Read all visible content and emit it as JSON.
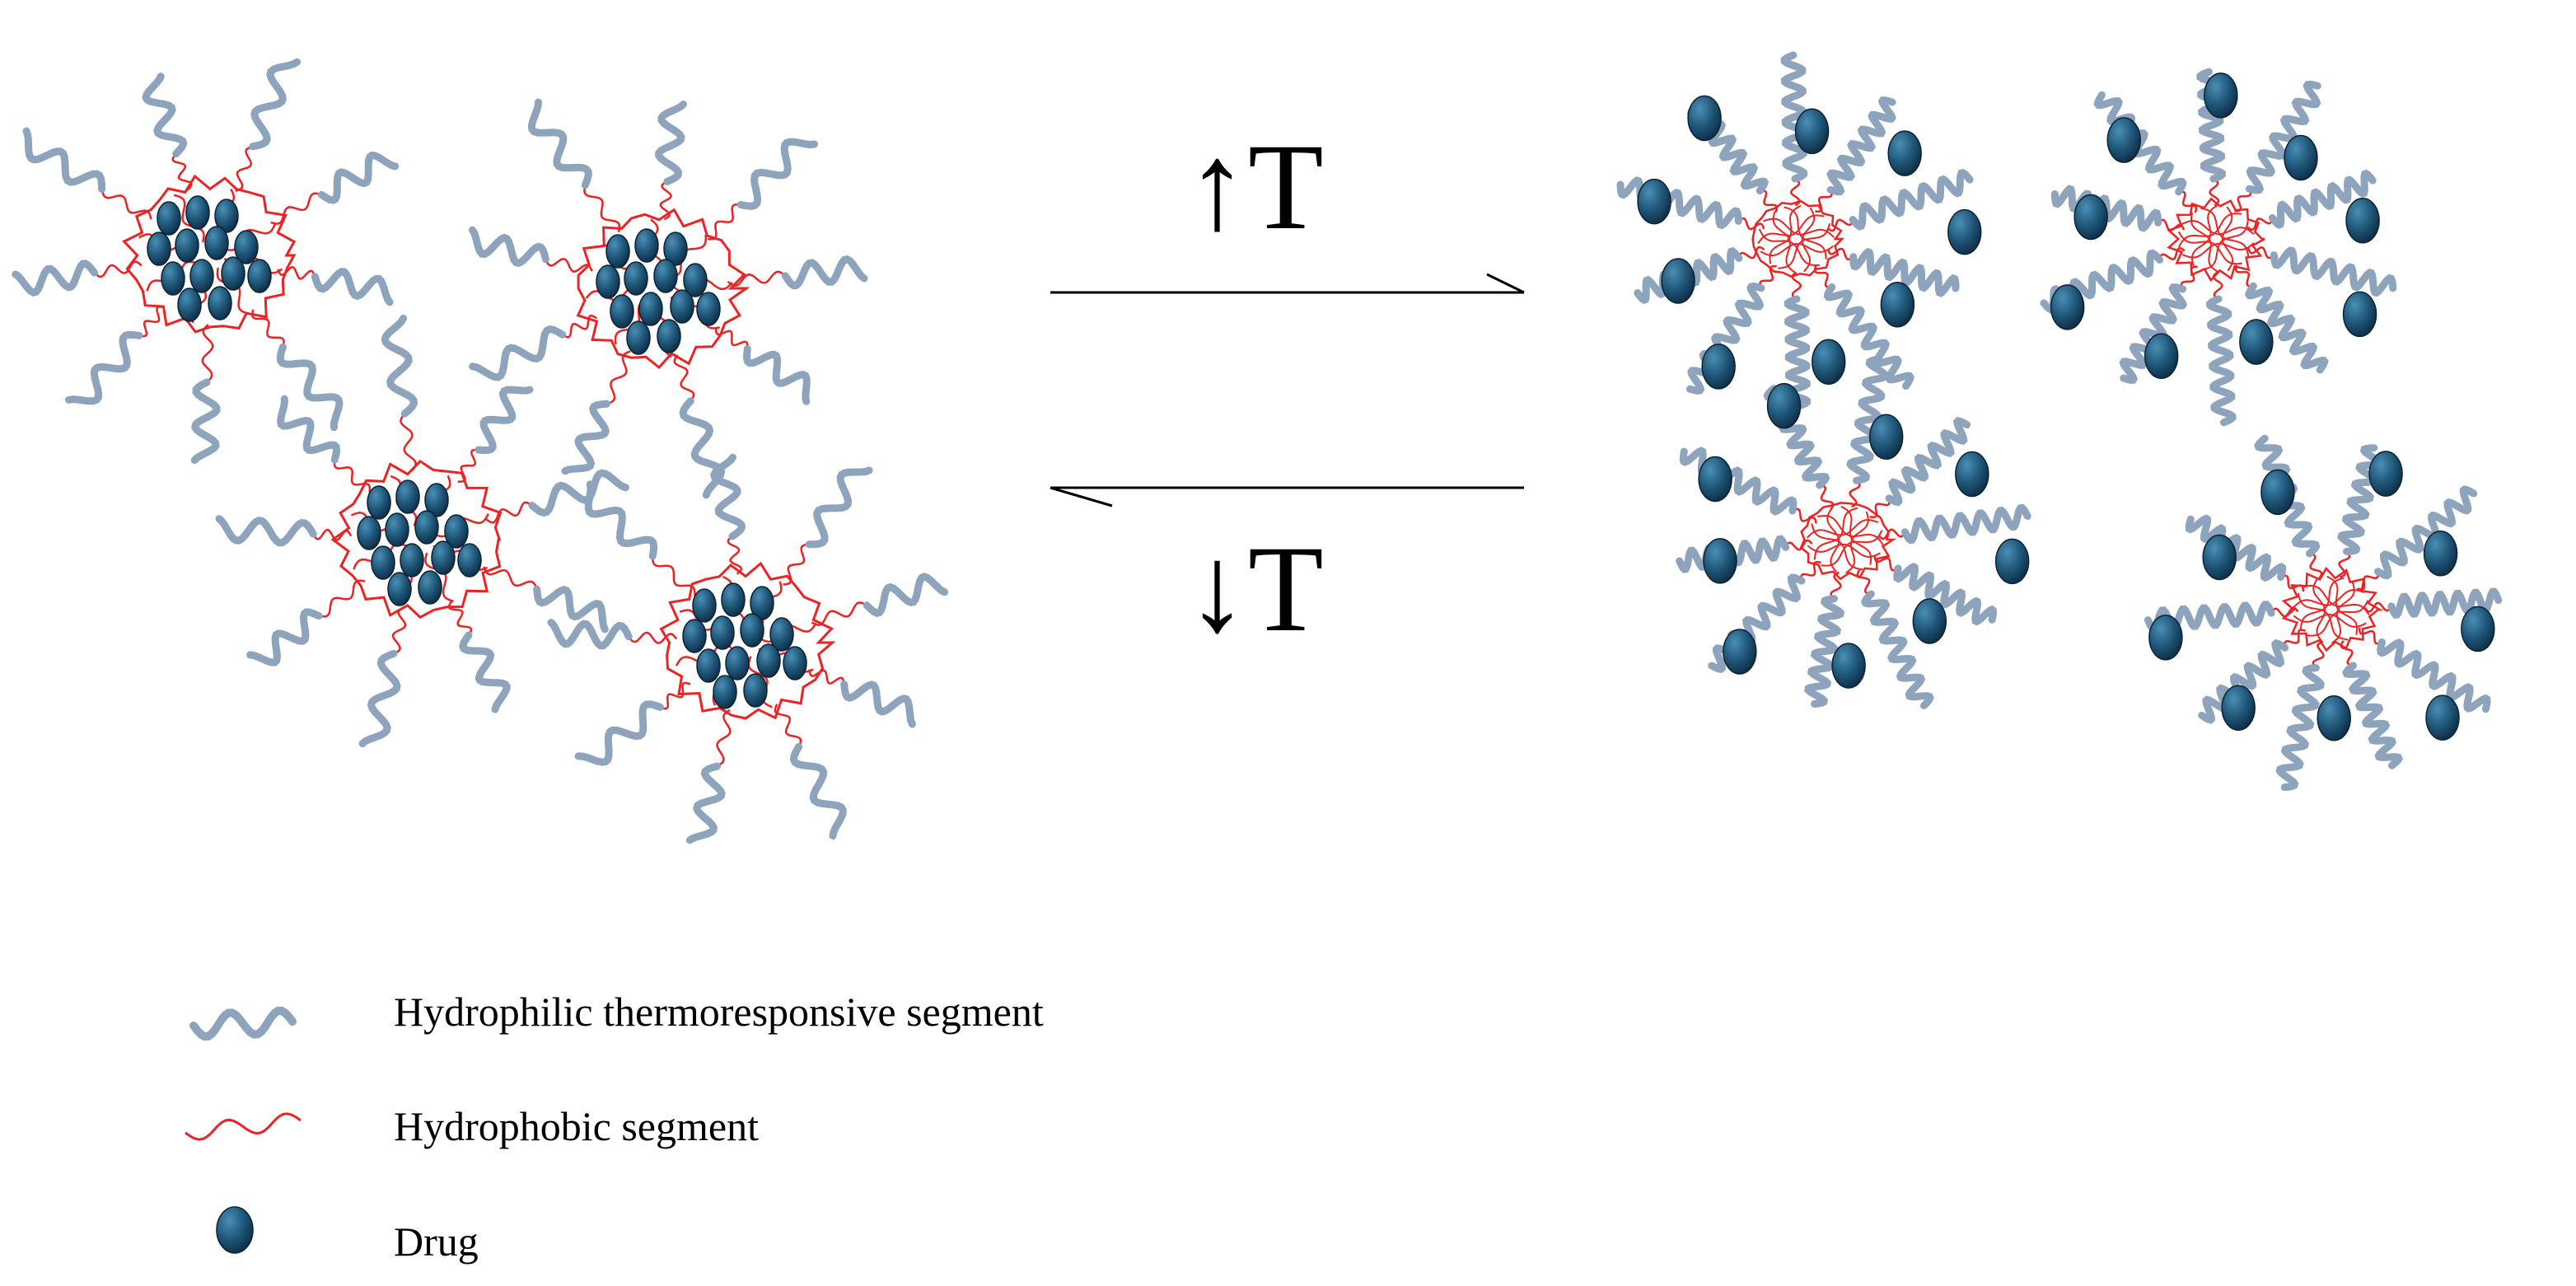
{
  "equilibrium": {
    "forward_label": "↑T",
    "reverse_label": "↓T"
  },
  "legend": {
    "items": [
      {
        "key": "hydrophilic",
        "label": "Hydrophilic thermoresponsive segment",
        "icon": "wavy-blue-segment-icon"
      },
      {
        "key": "hydrophobic",
        "label": "Hydrophobic segment",
        "icon": "wavy-red-segment-icon"
      },
      {
        "key": "drug",
        "label": "Drug",
        "icon": "drug-sphere-icon"
      }
    ]
  },
  "colors": {
    "hydrophilic": "#8ea4bd",
    "hydrophobic": "#ee2222",
    "drug_light": "#4a8fb5",
    "drug_dark": "#0d2c45",
    "arrow": "#000000"
  }
}
